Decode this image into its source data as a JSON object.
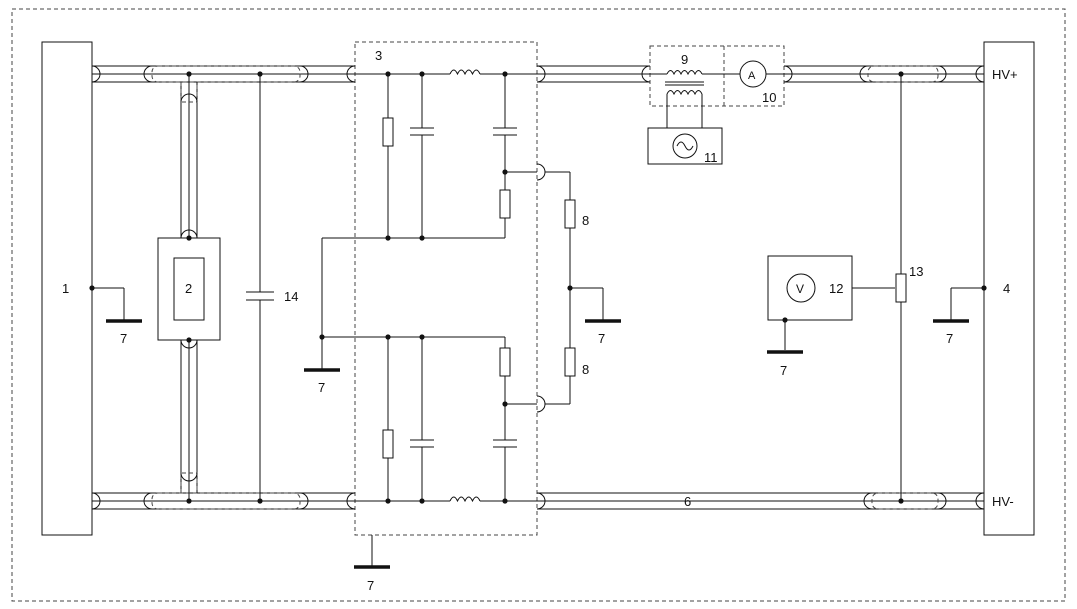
{
  "labels": {
    "source": "1",
    "device": "2",
    "filter": "3",
    "load": "4",
    "cable": "6",
    "ground": "7",
    "resistor": "8",
    "injection_transformer": "9",
    "ammeter_ref": "10",
    "ac_source": "11",
    "voltmeter_ref": "12",
    "divider": "13",
    "capacitor": "14",
    "hv_plus": "HV+",
    "hv_minus": "HV-",
    "ammeter_symbol": "A",
    "voltmeter_symbol": "V"
  }
}
